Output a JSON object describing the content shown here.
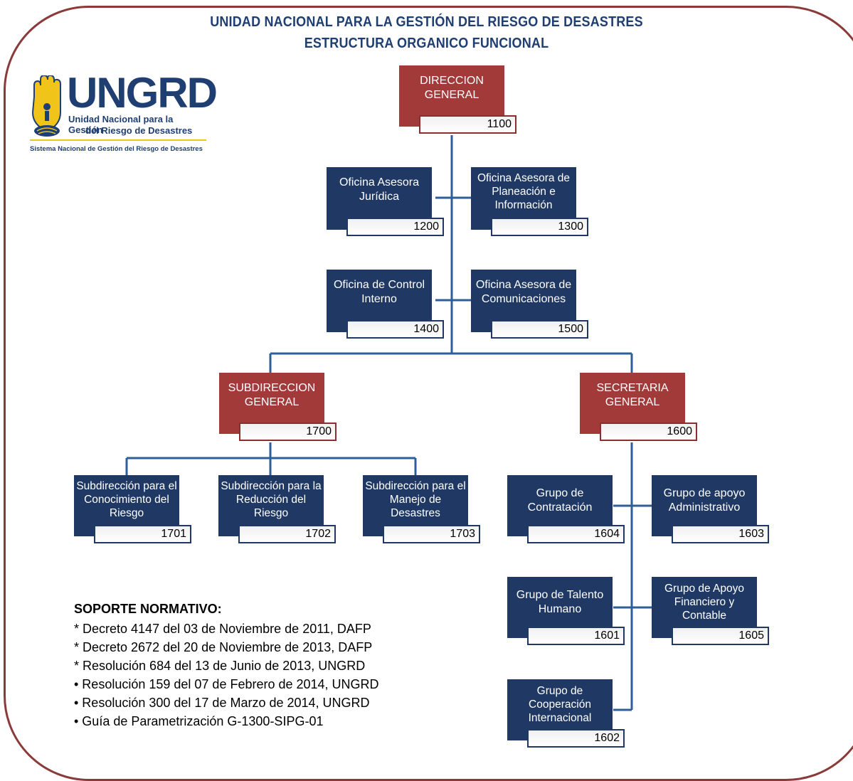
{
  "header": {
    "title": "UNIDAD NACIONAL PARA LA GESTIÓN DEL RIESGO DE DESASTRES",
    "subtitle": "ESTRUCTURA ORGANICO FUNCIONAL"
  },
  "logo": {
    "letters": "UNGRD",
    "line1": "Unidad Nacional para la Gestión",
    "line2": "del Riesgo de Desastres",
    "system": "Sistema Nacional de Gestión del Riesgo de Desastres"
  },
  "colors": {
    "navy": "#1f3864",
    "red": "#a33a3a",
    "frame": "#8b3a3a",
    "line": "#2e5f9a"
  },
  "nodes": {
    "direccion": {
      "name": "DIRECCION GENERAL",
      "code": "1100"
    },
    "juridica": {
      "name": "Oficina Asesora Jurídica",
      "code": "1200"
    },
    "planeacion": {
      "name": "Oficina Asesora de Planeación e Información",
      "code": "1300"
    },
    "control": {
      "name": "Oficina de Control Interno",
      "code": "1400"
    },
    "comunicaciones": {
      "name": "Oficina Asesora de Comunicaciones",
      "code": "1500"
    },
    "subdireccion": {
      "name": "SUBDIRECCION GENERAL",
      "code": "1700"
    },
    "secretaria": {
      "name": "SECRETARIA GENERAL",
      "code": "1600"
    },
    "conocimiento": {
      "name": "Subdirección para el Conocimiento del Riesgo",
      "code": "1701"
    },
    "reduccion": {
      "name": "Subdirección para la Reducción del Riesgo",
      "code": "1702"
    },
    "manejo": {
      "name": "Subdirección para el Manejo de Desastres",
      "code": "1703"
    },
    "contratacion": {
      "name": "Grupo de Contratación",
      "code": "1604"
    },
    "administrativo": {
      "name": "Grupo de apoyo Administrativo",
      "code": "1603"
    },
    "talento": {
      "name": "Grupo de Talento Humano",
      "code": "1601"
    },
    "financiero": {
      "name": "Grupo de Apoyo Financiero y Contable",
      "code": "1605"
    },
    "cooperacion": {
      "name": "Grupo de Cooperación Internacional",
      "code": "1602"
    }
  },
  "labels": {
    "direccion": [
      "DIRECCION",
      "GENERAL"
    ],
    "juridica": [
      "Oficina Asesora",
      "Jurídica"
    ],
    "planeacion": [
      "Oficina Asesora de",
      "Planeación e",
      "Información"
    ],
    "control": [
      "Oficina de Control",
      "Interno"
    ],
    "comunicaciones": [
      "Oficina Asesora de",
      "Comunicaciones"
    ],
    "subdireccion": [
      "SUBDIRECCION",
      "GENERAL"
    ],
    "secretaria": [
      "SECRETARIA",
      "GENERAL"
    ],
    "conocimiento": [
      "Subdirección para el",
      "Conocimiento del",
      "Riesgo"
    ],
    "reduccion": [
      "Subdirección para la",
      "Reducción del",
      "Riesgo"
    ],
    "manejo": [
      "Subdirección para el",
      "Manejo de",
      "Desastres"
    ],
    "contratacion": [
      "Grupo de",
      "Contratación"
    ],
    "administrativo": [
      "Grupo de apoyo",
      "Administrativo"
    ],
    "talento": [
      "Grupo de Talento",
      "Humano"
    ],
    "financiero": [
      "Grupo de Apoyo",
      "Financiero y",
      "Contable"
    ],
    "cooperacion": [
      "Grupo de",
      "Cooperación",
      "Internacional"
    ]
  },
  "normativo": {
    "title": "SOPORTE NORMATIVO:",
    "items": [
      "* Decreto 4147 del 03 de Noviembre  de 2011, DAFP",
      "* Decreto 2672 del 20 de Noviembre  de 2013, DAFP",
      "* Resolución  684 del 13 de Junio de 2013, UNGRD",
      "• Resolución  159 del 07 de Febrero de 2014, UNGRD",
      "• Resolución  300 del 17 de Marzo de 2014, UNGRD",
      "• Guía de Parametrización  G-1300-SIPG-01"
    ]
  }
}
